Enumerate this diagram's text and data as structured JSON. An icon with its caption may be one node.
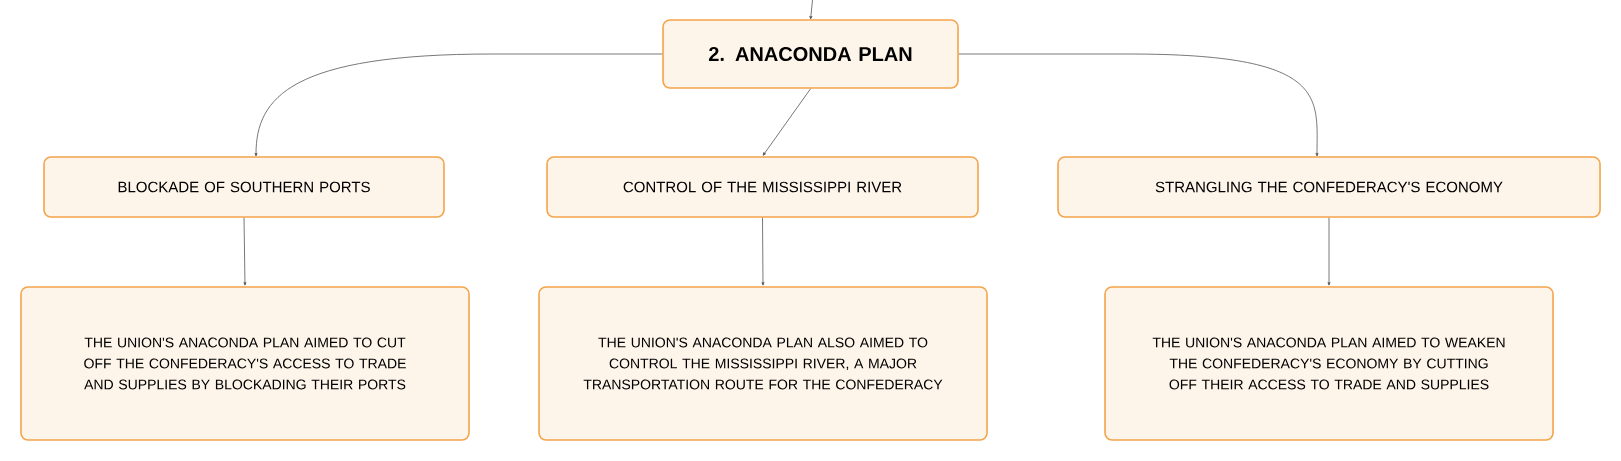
{
  "diagram": {
    "nodes": [
      {
        "text": [
          "2. ANACONDA PLAN"
        ]
      },
      {
        "text": [
          "BLOCKADE OF SOUTHERN PORTS"
        ]
      },
      {
        "text": [
          "CONTROL OF THE MISSISSIPPI RIVER"
        ]
      },
      {
        "text": [
          "STRANGLING THE CONFEDERACY'S ECONOMY"
        ]
      },
      {
        "text": [
          "THE UNION'S ANACONDA PLAN AIMED TO CUT OFF THE CONFEDERACY'S ACCESS TO TRADE AND SUPPLIES BY BLOCKADING THEIR PORTS"
        ]
      },
      {
        "text": [
          "THE UNION'S ANACONDA PLAN ALSO AIMED TO CONTROL THE MISSISSIPPI RIVER, A MAJOR TRANSPORTATION ROUTE FOR THE CONFEDERACY"
        ]
      },
      {
        "text": [
          "THE UNION'S ANACONDA PLAN AIMED TO WEAKEN THE CONFEDERACY'S ECONOMY BY CUTTING OFF THEIR ACCESS TO TRADE AND SUPPLIES"
        ]
      }
    ],
    "edges": [
      {
        "from": null,
        "to": 0,
        "arrow": "to"
      },
      {
        "from": 0,
        "to": 1,
        "arrow": "to"
      },
      {
        "from": 0,
        "to": 2,
        "arrow": "to"
      },
      {
        "from": 0,
        "to": 3,
        "arrow": "to"
      },
      {
        "from": 1,
        "to": 4,
        "arrow": "to"
      },
      {
        "from": 2,
        "to": 5,
        "arrow": "to"
      },
      {
        "from": 3,
        "to": 6,
        "arrow": "to"
      }
    ]
  }
}
